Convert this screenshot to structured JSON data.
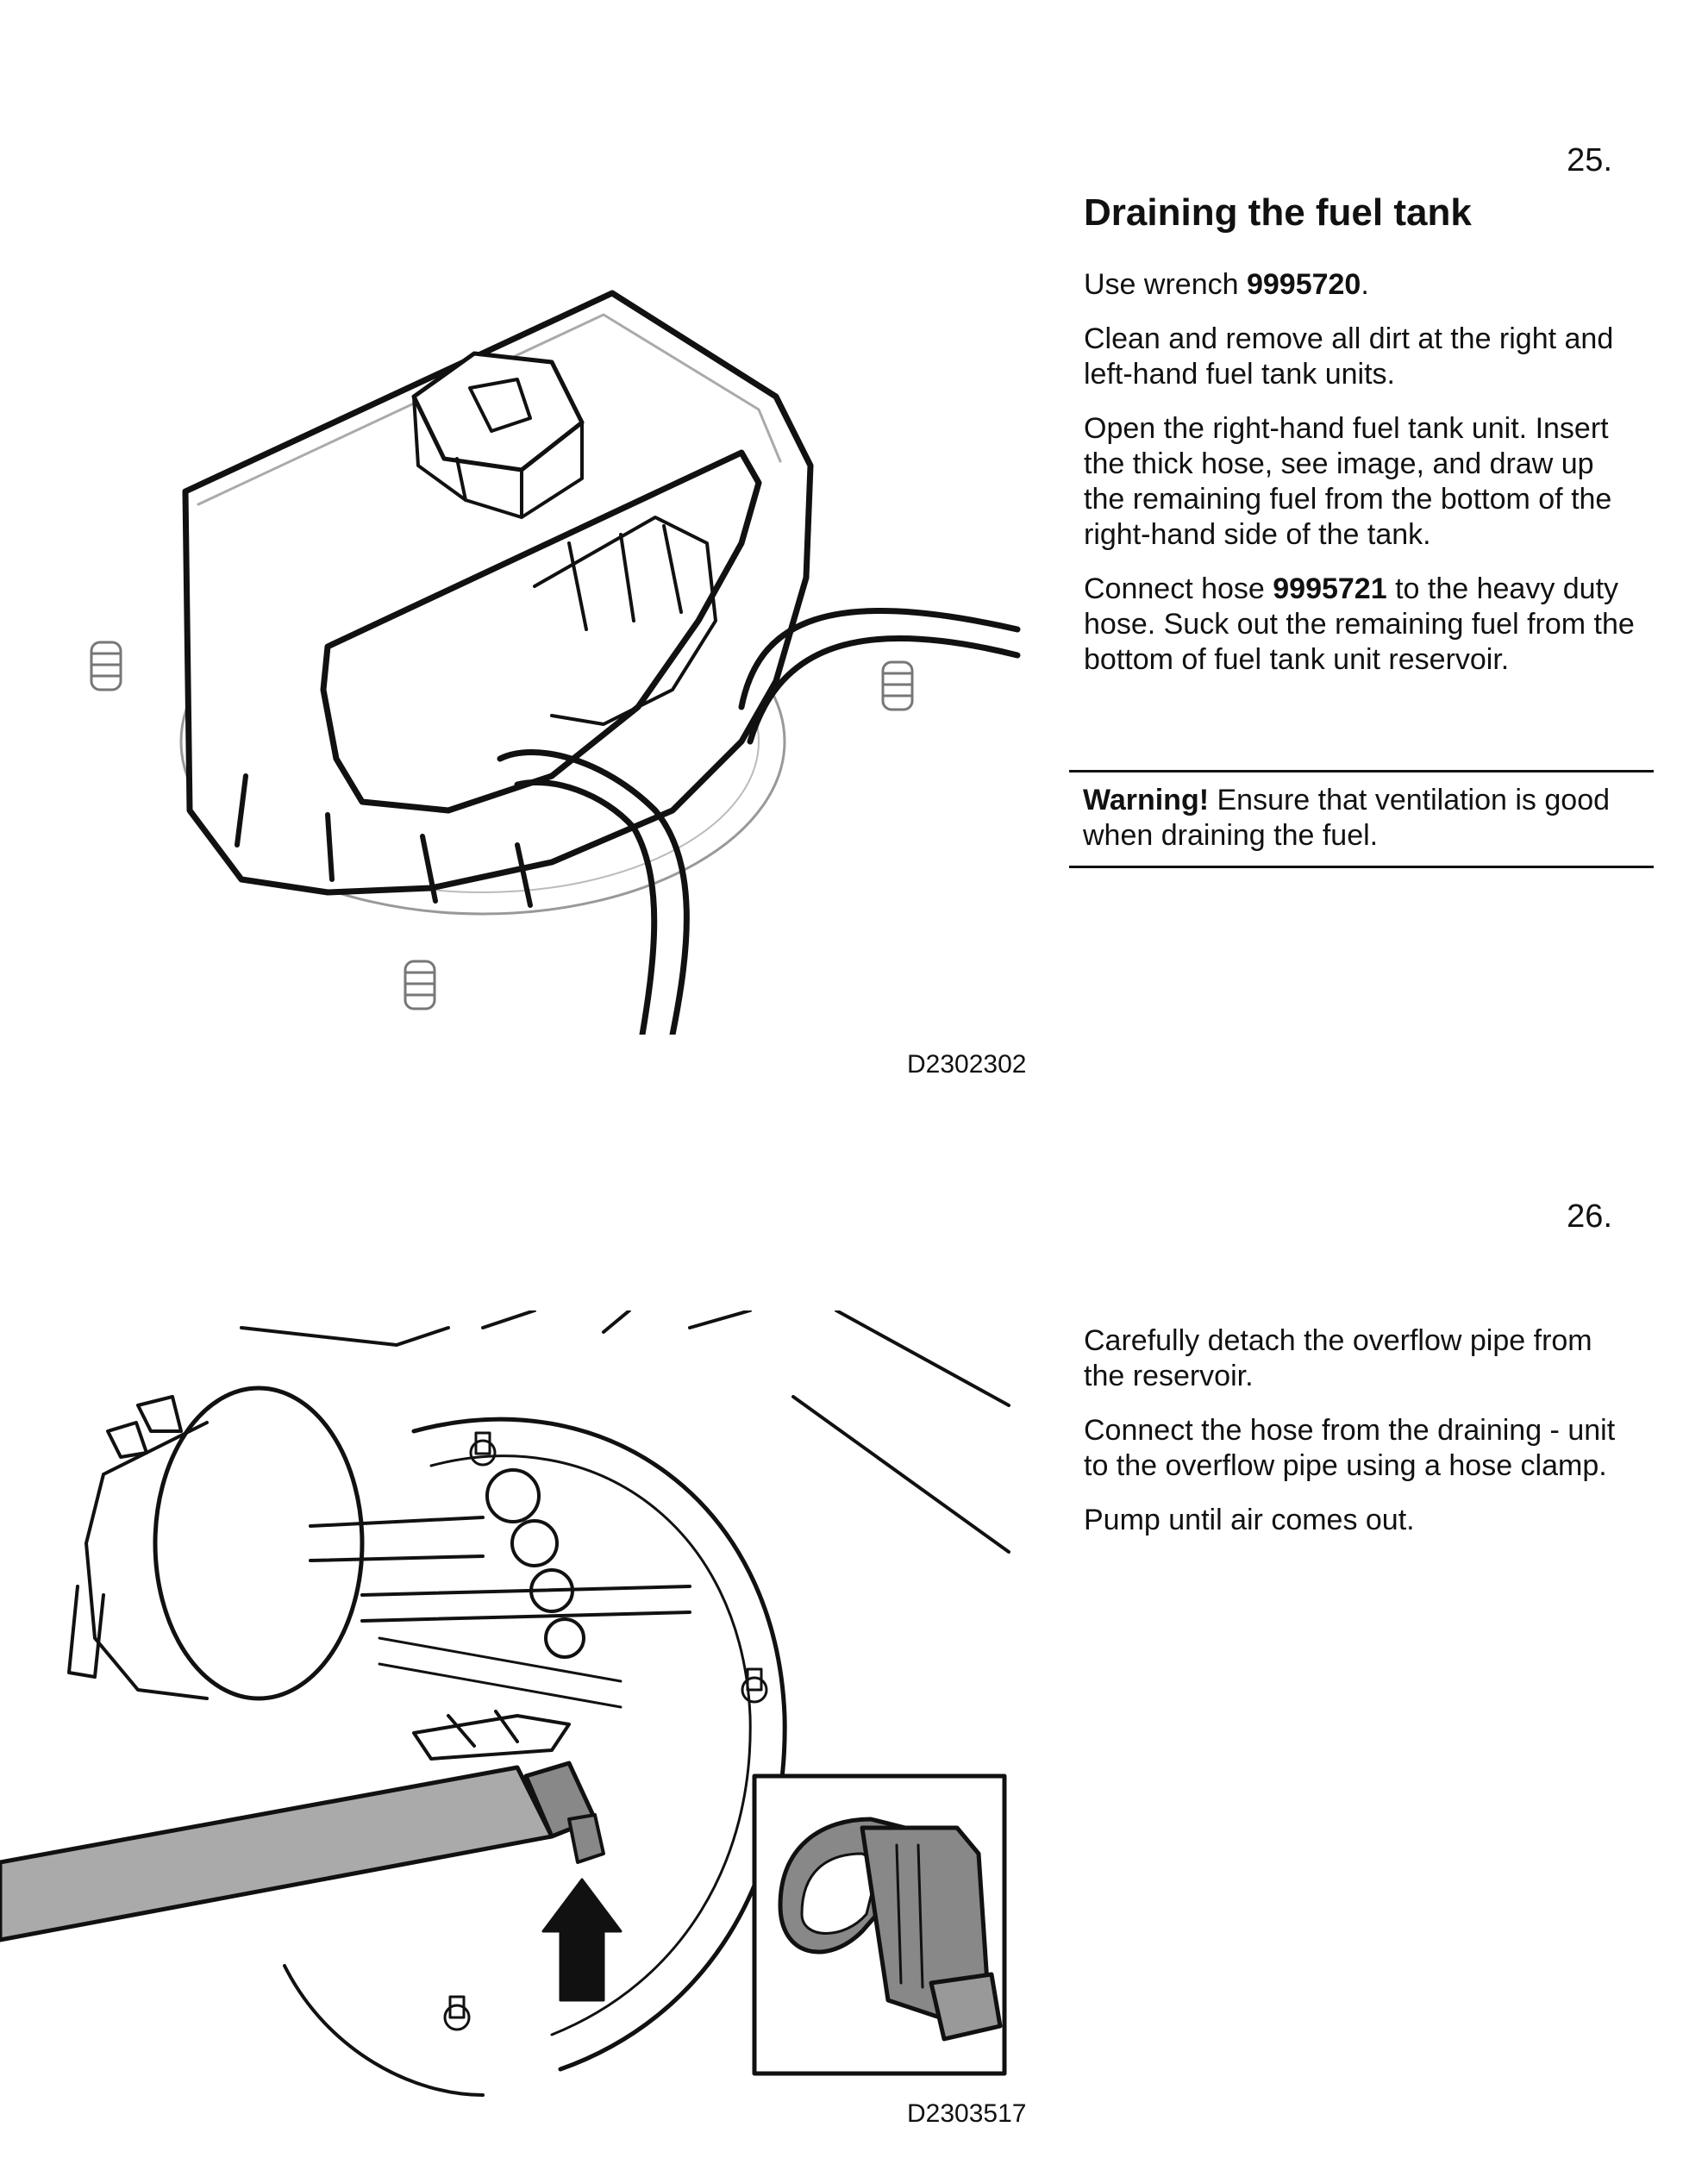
{
  "step25": {
    "number": "25.",
    "title": "Draining the fuel tank",
    "p1_pre": "Use wrench ",
    "p1_bold": "9995720",
    "p1_post": ".",
    "p2": "Clean and remove all dirt at the right and left-hand fuel tank units.",
    "p3": "Open the right-hand fuel tank unit. Insert the thick hose, see image, and draw up the remaining fuel from the bottom of the right-hand side of the tank.",
    "p4_pre": "Connect hose ",
    "p4_bold": "9995721",
    "p4_post": " to the heavy duty hose. Suck out the remaining fuel from the bottom of fuel tank unit reservoir.",
    "warning_label": "Warning!",
    "warning_text": " Ensure that ventilation is good when draining the fuel.",
    "figure_code": "D2302302"
  },
  "step26": {
    "number": "26.",
    "p1": "Carefully detach the overflow pipe from the reservoir.",
    "p2": "Connect the hose from the draining - unit to the overflow pipe using a hose clamp.",
    "p3": "Pump until air comes out.",
    "figure_code": "D2303517"
  }
}
